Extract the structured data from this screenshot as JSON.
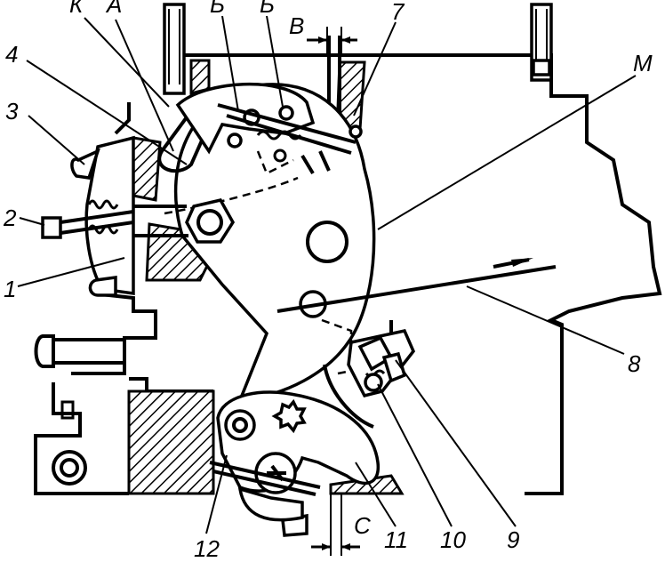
{
  "labels": {
    "K": "К",
    "A": "А",
    "B1": "Б",
    "B2": "Б",
    "V": "В",
    "seven": "7",
    "M": "М",
    "four": "4",
    "three": "3",
    "two": "2",
    "one": "1",
    "eight": "8",
    "nine": "9",
    "ten": "10",
    "eleven": "11",
    "twelve": "12",
    "C": "С"
  },
  "colors": {
    "ink": "#000000",
    "paper": "#ffffff"
  }
}
